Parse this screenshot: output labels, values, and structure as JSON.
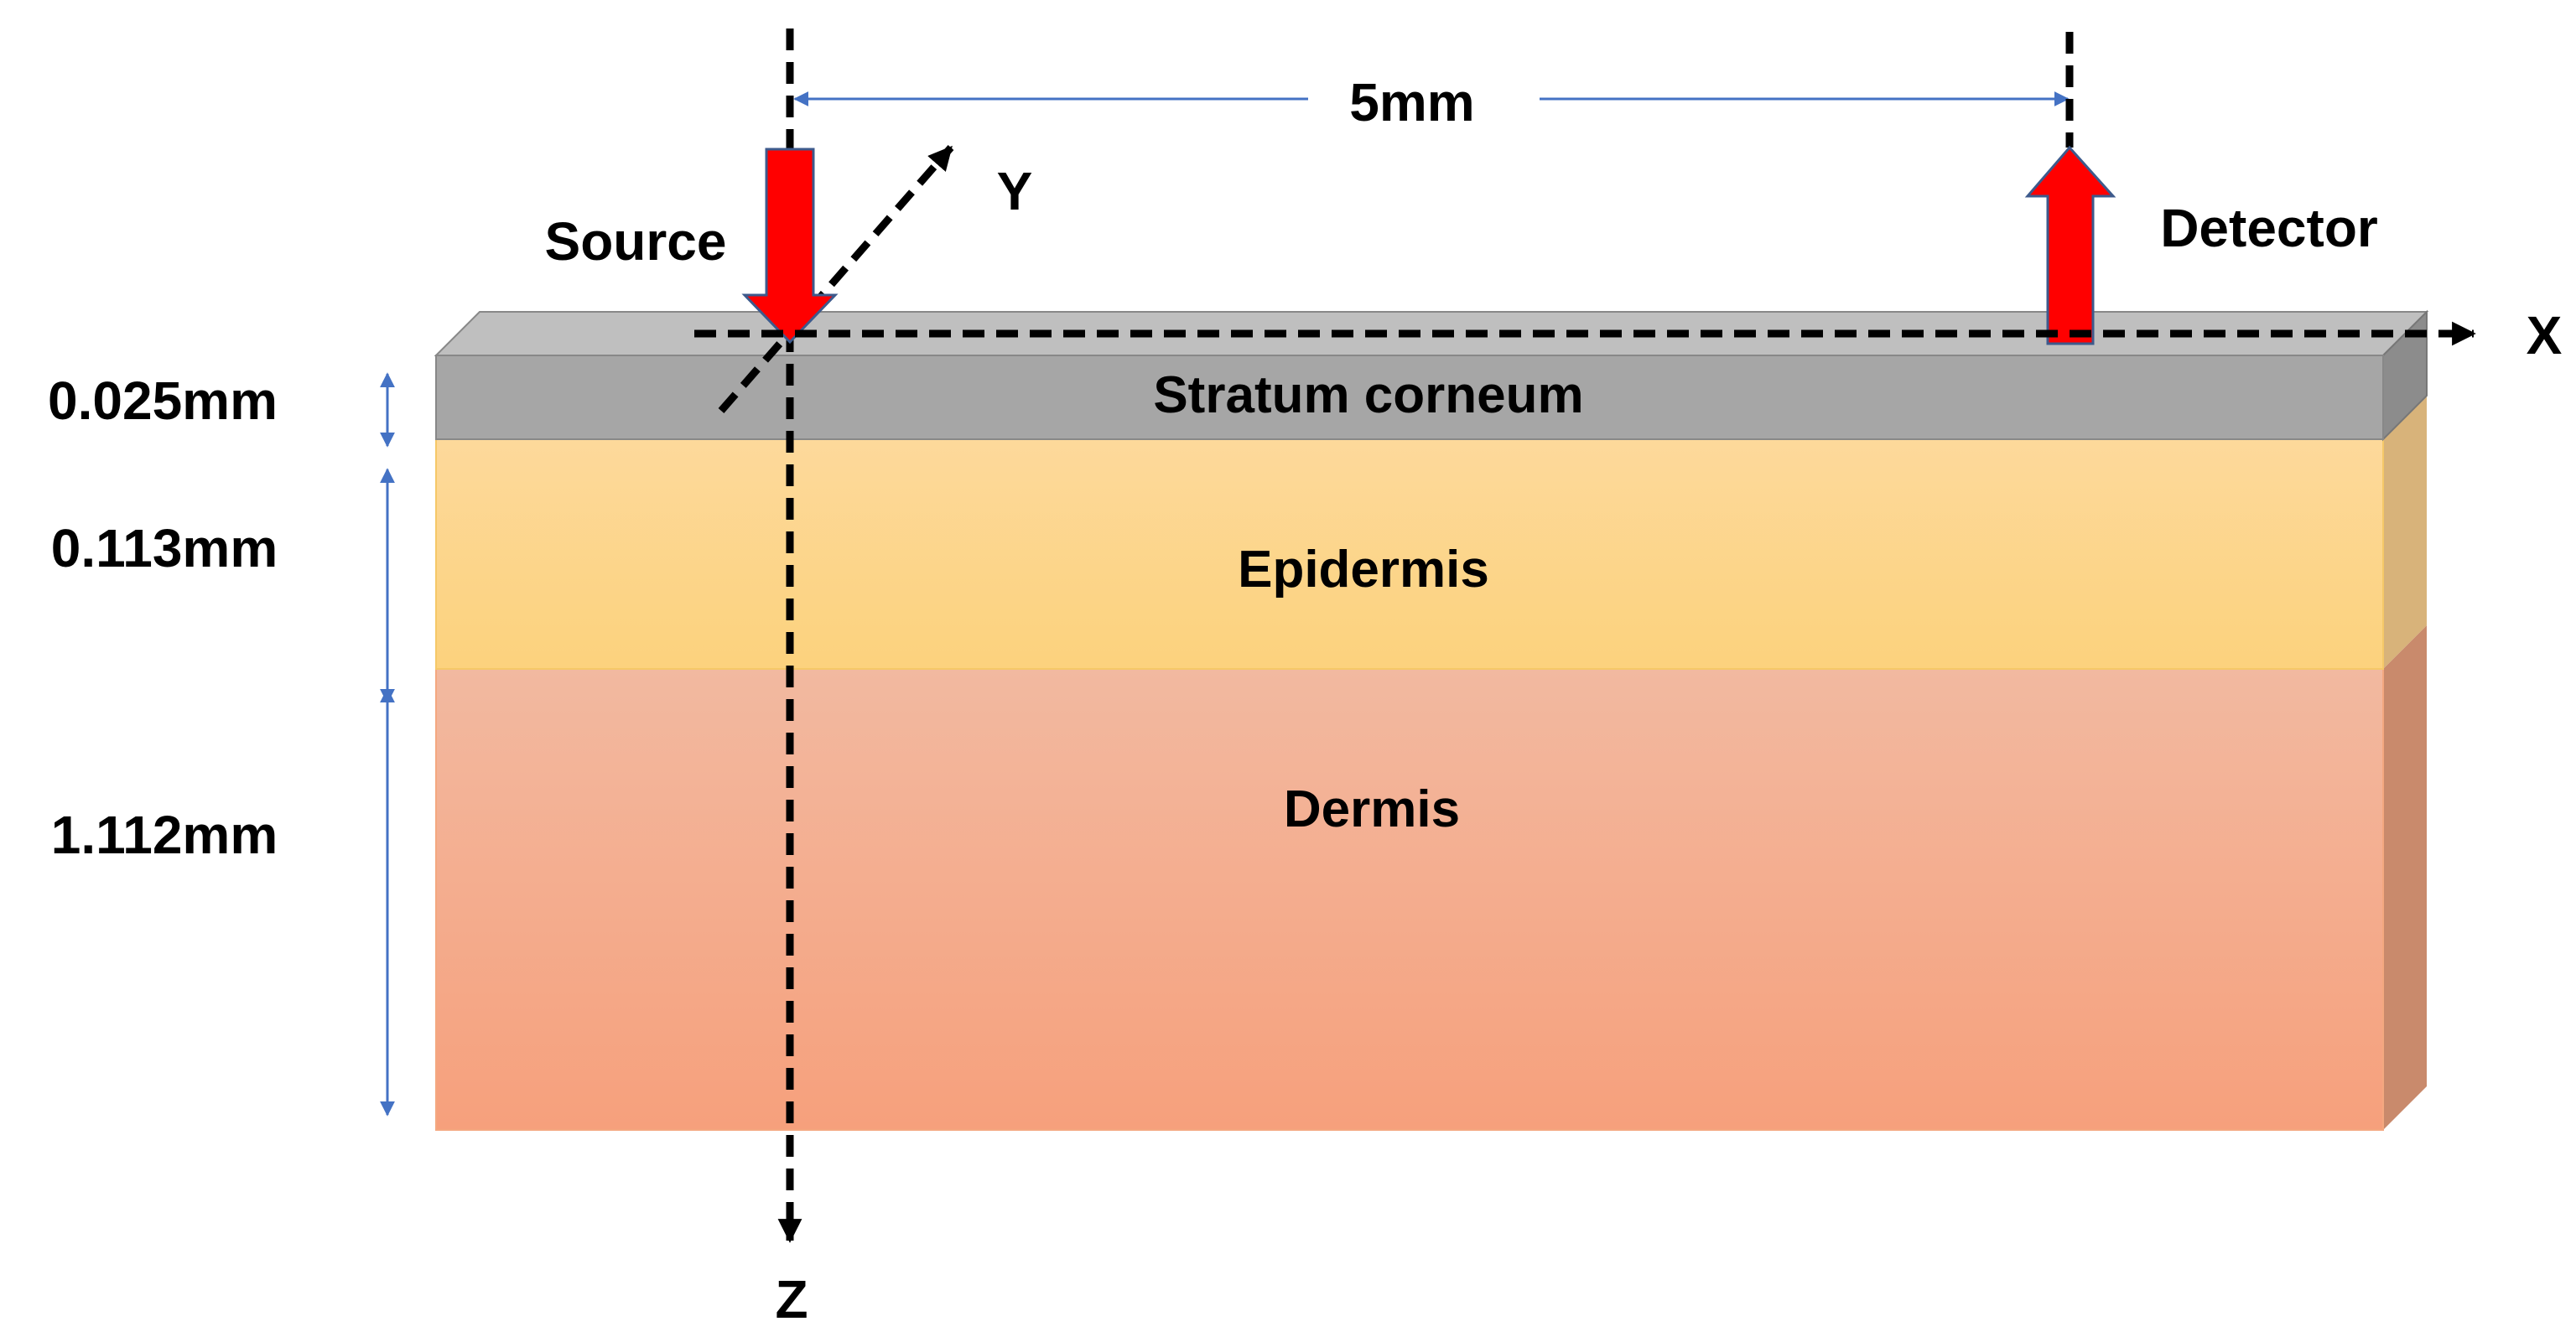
{
  "labels": {
    "distance": "5mm",
    "source": "Source",
    "detector": "Detector",
    "axis_x": "X",
    "axis_y": "Y",
    "axis_z": "Z"
  },
  "layers": [
    {
      "name": "Stratum corneum",
      "thickness": "0.025mm"
    },
    {
      "name": "Epidermis",
      "thickness": "0.113mm"
    },
    {
      "name": "Dermis",
      "thickness": "1.112mm"
    }
  ],
  "colors": {
    "stratum_front": "#a6a6a6",
    "stratum_top": "#bfbfbf",
    "stratum_side": "#8c8c8c",
    "epidermis_top": "#fdd99b",
    "epidermis_bottom": "#fcd27d",
    "epidermis_side": "#d8b37a",
    "dermis_top": "#f2b9a0",
    "dermis_bottom": "#f6a07c",
    "dermis_side": "#c98a6c",
    "arrow_red": "#ff0000",
    "arrow_outline": "#3d5a8c",
    "dimension_blue": "#4472c4",
    "axis_black": "#000000"
  }
}
